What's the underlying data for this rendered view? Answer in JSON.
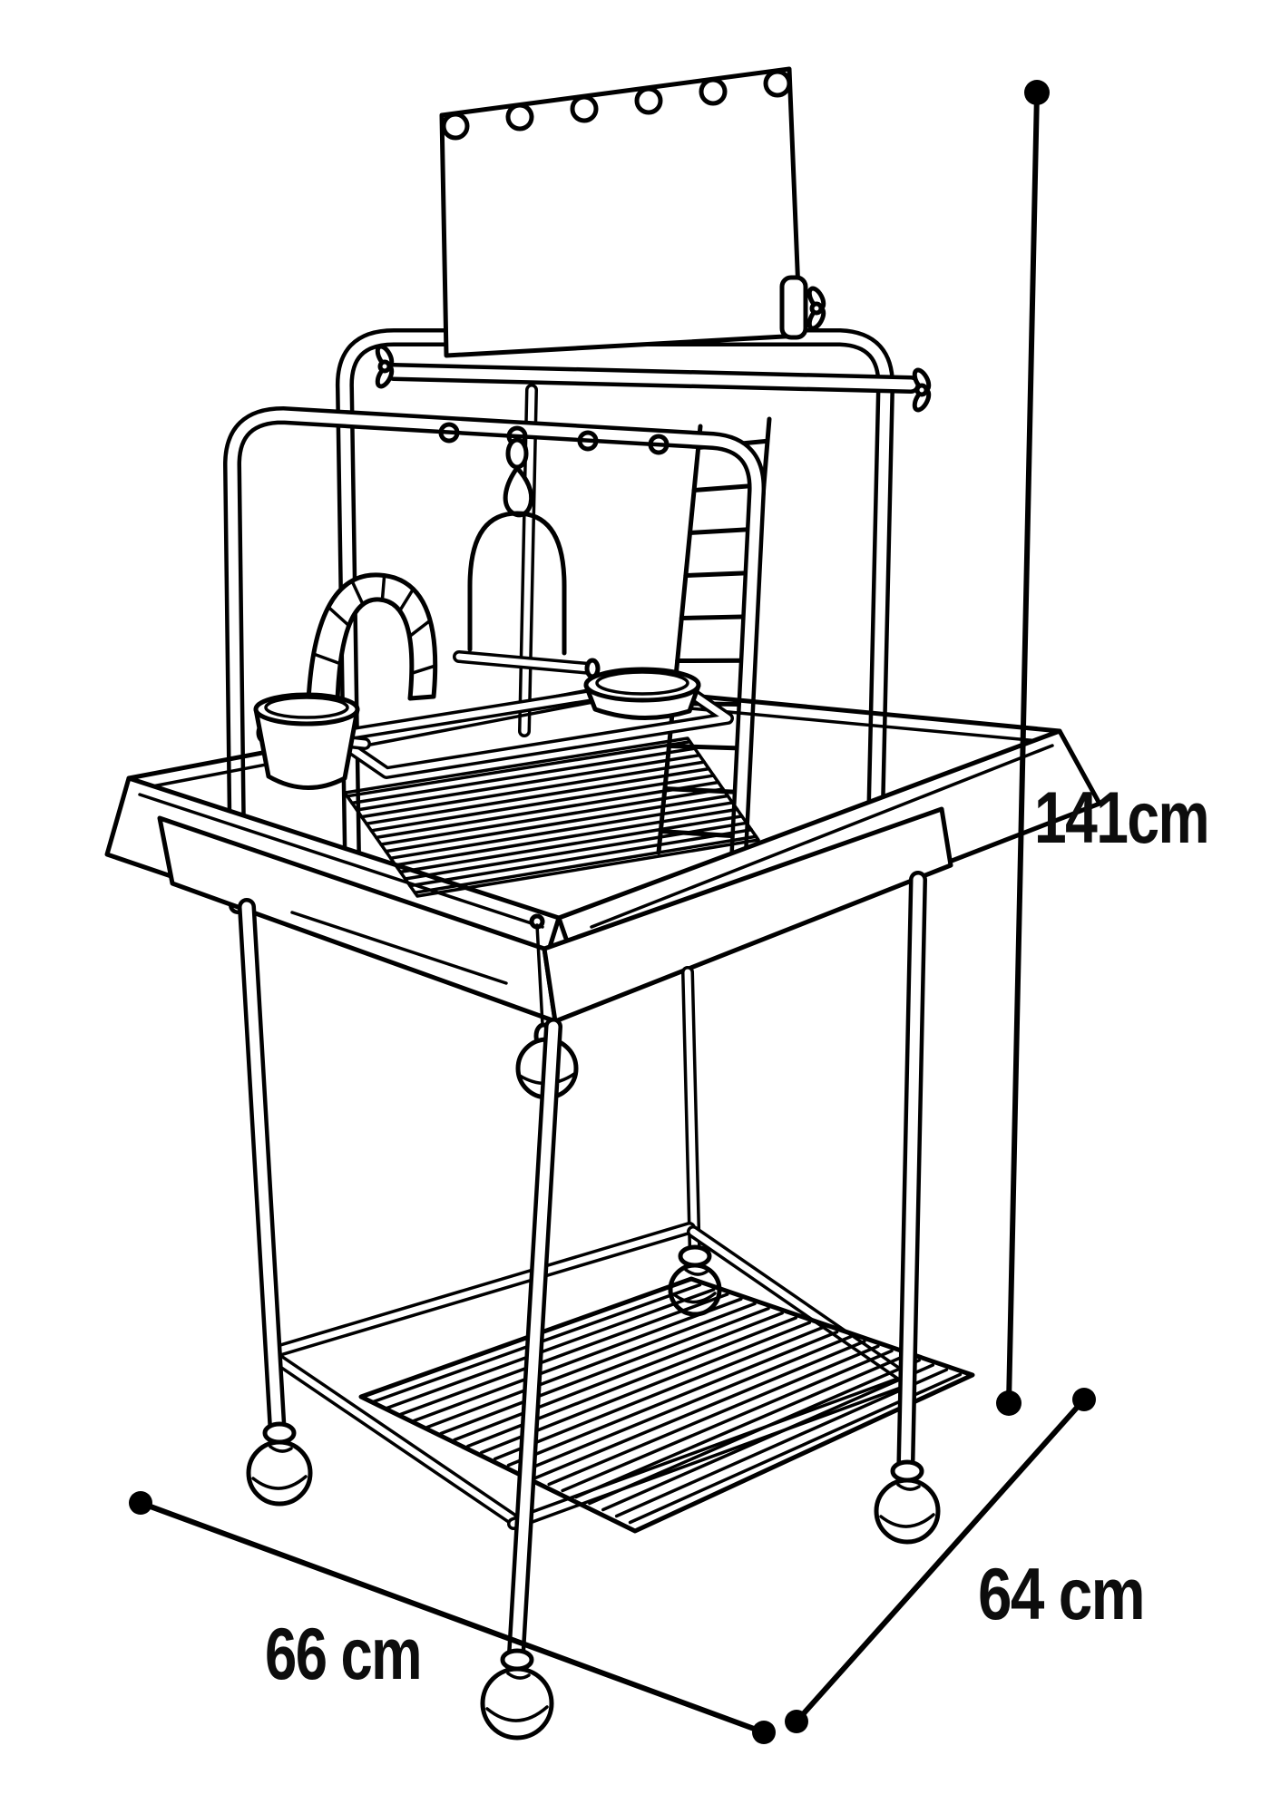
{
  "page": {
    "background": "#ffffff",
    "ink": "#000000"
  },
  "figure": {
    "name": "parrot-play-stand-line-drawing",
    "alt": "Black-and-white line drawing of a parrot play stand: top panel with hanging holes, perch crossbar with wing nuts, hanging swing, climbing ladder, arch bridge, two feeding bowls on a mesh platform with seed guards, lower mesh shelf and four caster wheels"
  },
  "dimensions": {
    "height": {
      "label": "141cm",
      "value": 141,
      "unit": "cm"
    },
    "depth": {
      "label": "64 cm",
      "value": 64,
      "unit": "cm"
    },
    "width": {
      "label": "66 cm",
      "value": 66,
      "unit": "cm"
    }
  }
}
